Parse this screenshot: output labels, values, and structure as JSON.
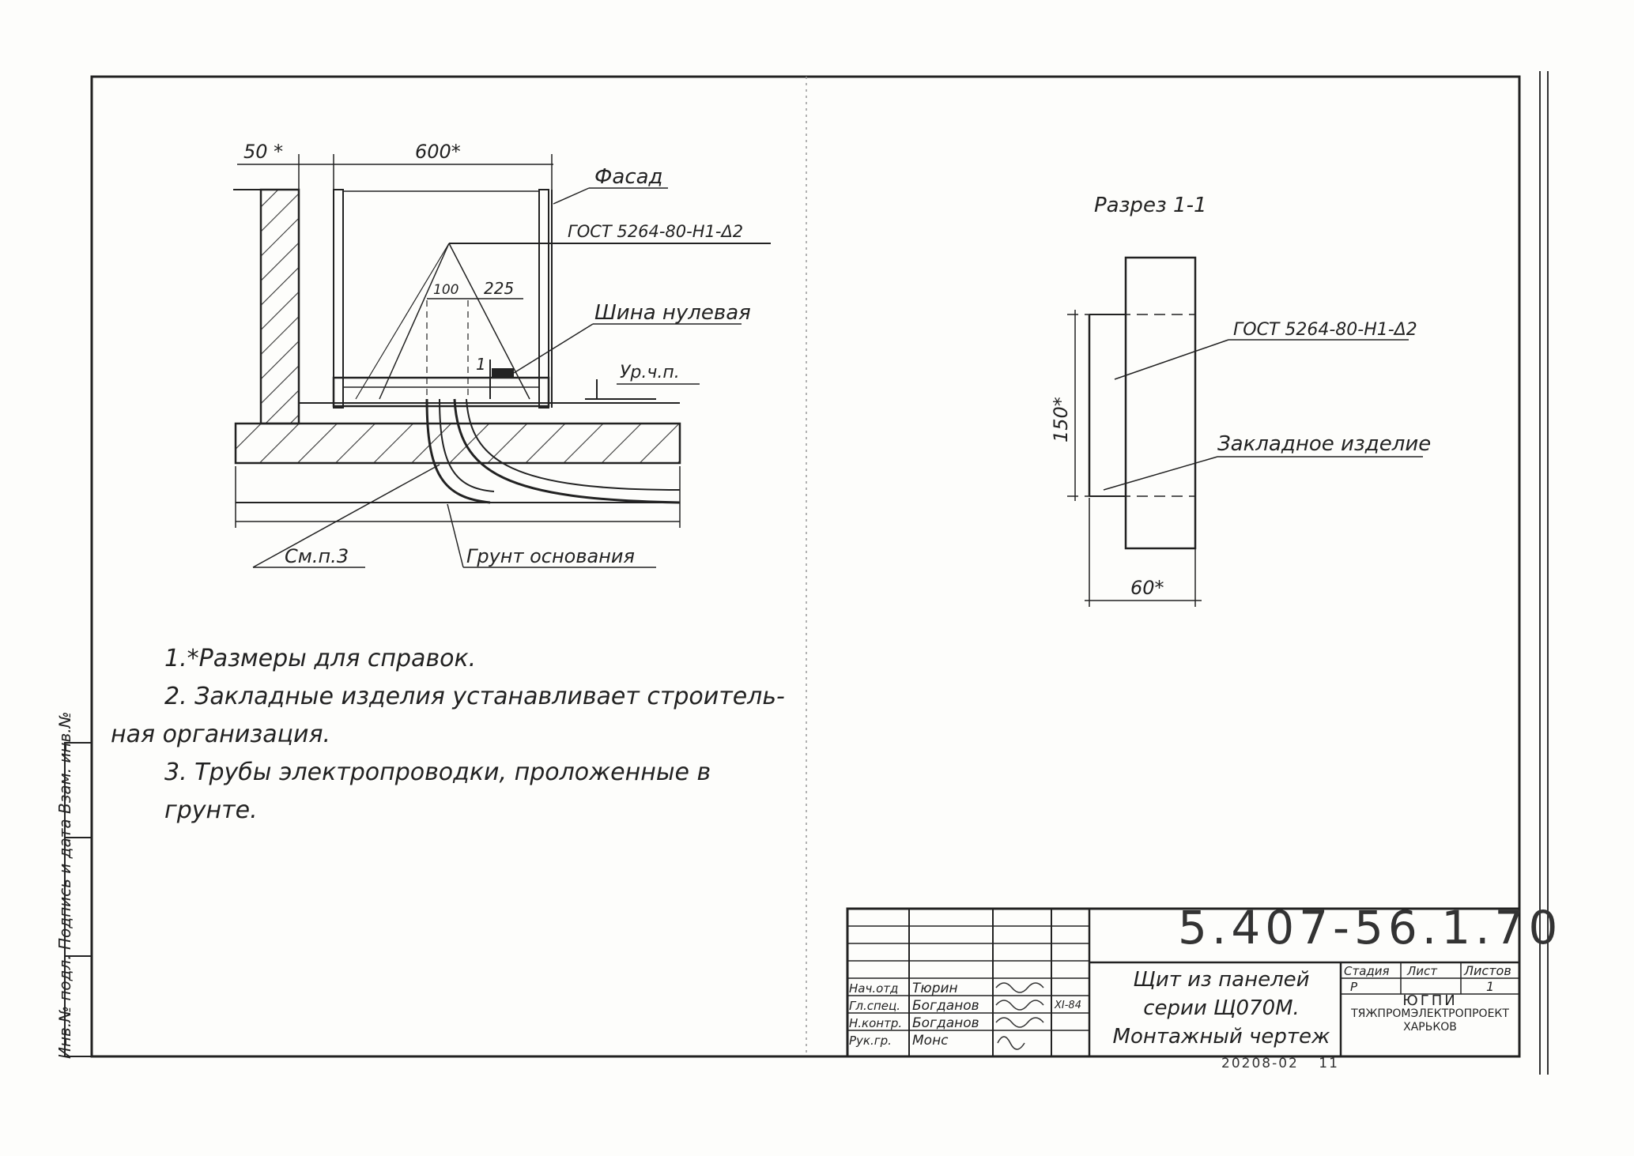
{
  "drawing_left": {
    "dim_50": "50 *",
    "dim_600": "600*",
    "dim_100": "100",
    "dim_225": "225",
    "label_facade": "Фасад",
    "label_gost": "ГОСТ 5264-80-Н1-Δ2",
    "label_bus": "Шина нулевая",
    "label_section_mark": "1",
    "label_level": "Ур.ч.п.",
    "label_see": "См.п.3",
    "label_ground": "Грунт основания"
  },
  "drawing_right": {
    "title": "Разрез 1-1",
    "label_gost": "ГОСТ 5264-80-Н1-Δ2",
    "dim_150": "150*",
    "label_embedded": "Закладное изделие",
    "dim_60": "60*"
  },
  "notes": [
    "1.*Размеры для справок.",
    "2. Закладные изделия устанавливает строитель-",
    "ная организация.",
    "3. Трубы электропроводки, проложенные в грунте."
  ],
  "side_label": "Инв.№ подл. Подпись и дата Взам. инв.№",
  "title_block": {
    "code": "5.407-56.1.70",
    "title_lines": [
      "Щит из панелей",
      "серии Щ070М.",
      "Монтажный чертеж"
    ],
    "roles": [
      "Нач.отд",
      "Гл.спец.",
      "Н.контр.",
      "Рук.гр."
    ],
    "names": [
      "Тюрин",
      "Богданов",
      "Богданов",
      "Монс"
    ],
    "date": "XI-84",
    "headers": [
      "Стадия",
      "Лист",
      "Листов"
    ],
    "values": [
      "Р",
      "",
      "1"
    ],
    "org": [
      "ЮГПИ",
      "ТЯЖПРОМЭЛЕКТРОПРОЕКТ",
      "ХАРЬКОВ"
    ],
    "bottom_number": "20208-02",
    "bottom_sheet": "11"
  }
}
